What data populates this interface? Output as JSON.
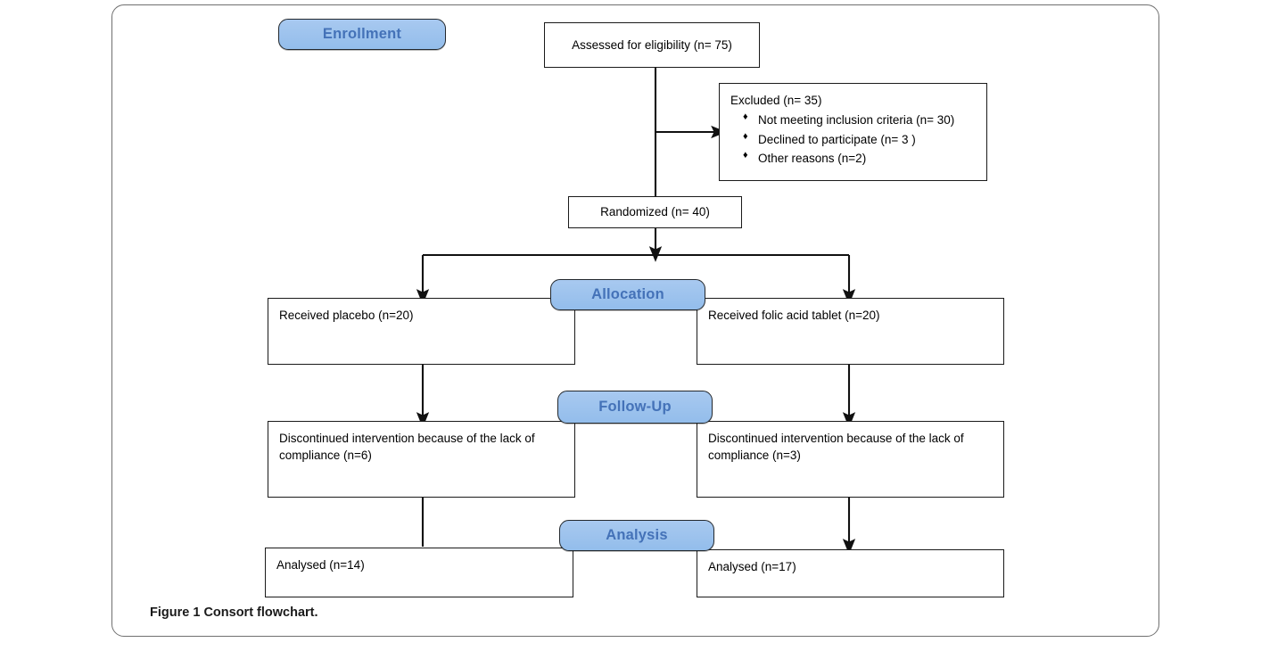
{
  "figure": {
    "caption_label": "Figure 1",
    "caption_text": "Consort flowchart.",
    "colors": {
      "pill_fill": "#9DC3F0",
      "pill_text": "#4472B8",
      "pill_border": "#23282d",
      "box_border": "#1a1a1a",
      "frame_border": "#6f6f6f",
      "connector": "#111111"
    }
  },
  "stages": {
    "enrollment": "Enrollment",
    "allocation": "Allocation",
    "followup": "Follow-Up",
    "analysis": "Analysis"
  },
  "nodes": {
    "assessed": "Assessed for eligibility (n= 75)",
    "excluded_title": "Excluded (n= 35)",
    "excluded_reasons": [
      "Not meeting inclusion criteria (n= 30)",
      "Declined to participate (n= 3 )",
      "Other reasons (n=2)"
    ],
    "excluded_bullet_glyph": "♦",
    "randomized": "Randomized (n= 40)",
    "alloc_left": "Received placebo (n=20)",
    "alloc_right": "Received folic acid tablet (n=20)",
    "followup_left": "Discontinued intervention because of the lack of compliance (n=6)",
    "followup_right": "Discontinued intervention because of the lack of compliance (n=3)",
    "analysis_left": "Analysed (n=14)",
    "analysis_right": "Analysed (n=17)"
  },
  "chart_data": {
    "type": "diagram",
    "title": "Consort flowchart",
    "diagram_kind": "CONSORT participant flow",
    "stages": [
      "Enrollment",
      "Allocation",
      "Follow-Up",
      "Analysis"
    ],
    "counts": {
      "assessed_for_eligibility": 75,
      "excluded_total": 35,
      "excluded_not_meeting_inclusion_criteria": 30,
      "excluded_declined_to_participate": 3,
      "excluded_other_reasons": 2,
      "randomized": 40,
      "allocated_placebo": 20,
      "allocated_folic_acid_tablet": 20,
      "discontinued_placebo": 6,
      "discontinued_folic_acid": 3,
      "analysed_placebo": 14,
      "analysed_folic_acid": 17
    },
    "arms": [
      "Received placebo",
      "Received folic acid tablet"
    ]
  }
}
